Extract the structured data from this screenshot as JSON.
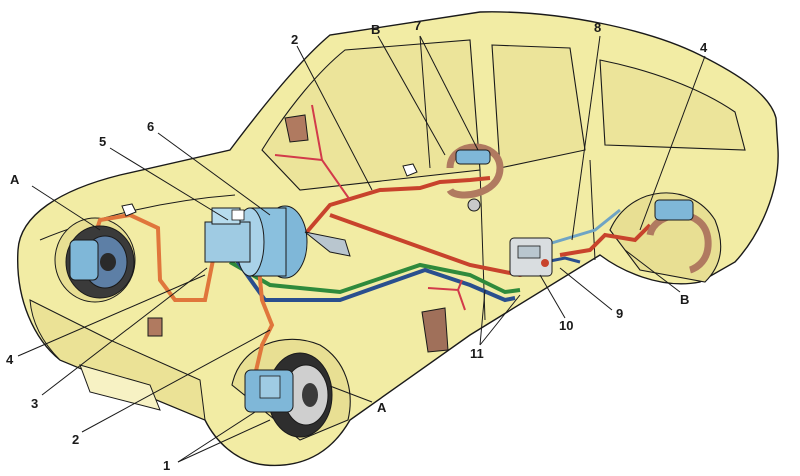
{
  "colors": {
    "body": "#f2eca4",
    "outline": "#1a1a1a",
    "red_line": "#c8432c",
    "orange_line": "#e0763c",
    "blue_line": "#2a4f8e",
    "green_line": "#2f8a3c",
    "light_blue": "#7fb7d8",
    "brown_part": "#b07a60",
    "disc": "#3a3a3a"
  },
  "labels": {
    "l1": "1",
    "l2a": "2",
    "l2b": "2",
    "l3": "3",
    "l4a": "4",
    "l4b": "4",
    "l5": "5",
    "l6": "6",
    "l7": "7",
    "l8": "8",
    "l9": "9",
    "l10": "10",
    "l11": "11",
    "lA1": "A",
    "lA2": "A",
    "lB1": "B",
    "lB2": "B"
  }
}
